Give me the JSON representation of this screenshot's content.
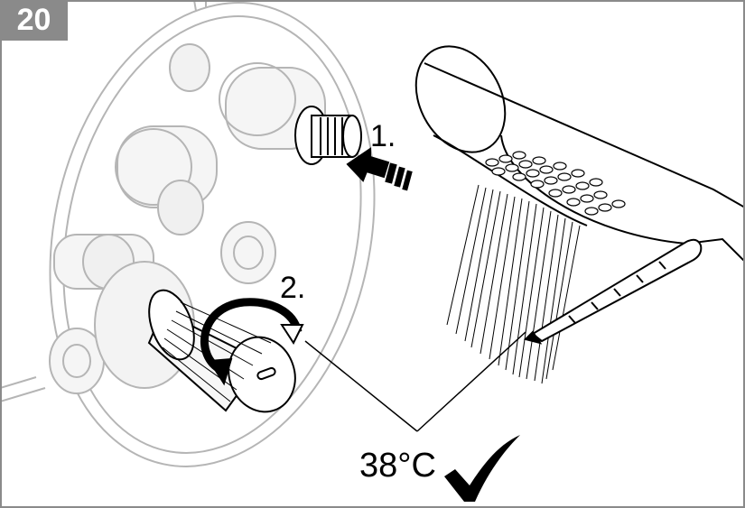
{
  "step_number": "20",
  "callouts": {
    "step1": "1.",
    "step2": "2.",
    "temperature": "38°C"
  },
  "icons": {
    "confirm": "checkmark-icon",
    "push": "push-arrow-icon",
    "rotate": "rotate-arrow-icon"
  },
  "colors": {
    "frame": "#8a8a8a",
    "line_dark": "#000000",
    "line_light": "#b5b5b5",
    "fill_light": "#e9e9e9"
  }
}
